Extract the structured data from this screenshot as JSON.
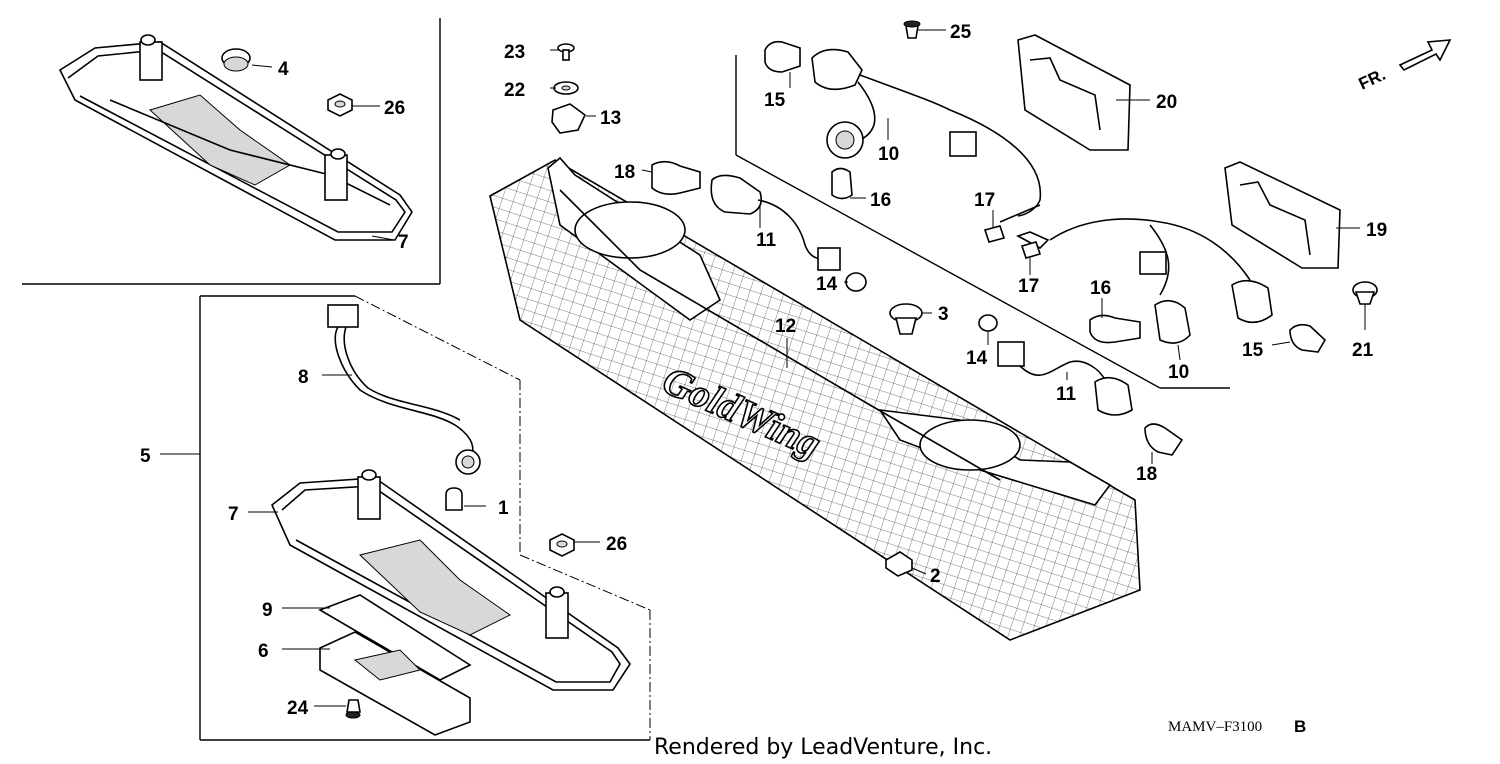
{
  "diagram": {
    "callouts": [
      {
        "id": "c1",
        "label": "1"
      },
      {
        "id": "c2",
        "label": "2"
      },
      {
        "id": "c3",
        "label": "3"
      },
      {
        "id": "c4",
        "label": "4"
      },
      {
        "id": "c5",
        "label": "5"
      },
      {
        "id": "c6",
        "label": "6"
      },
      {
        "id": "c7a",
        "label": "7"
      },
      {
        "id": "c7b",
        "label": "7"
      },
      {
        "id": "c8",
        "label": "8"
      },
      {
        "id": "c9",
        "label": "9"
      },
      {
        "id": "c10a",
        "label": "10"
      },
      {
        "id": "c10b",
        "label": "10"
      },
      {
        "id": "c11a",
        "label": "11"
      },
      {
        "id": "c11b",
        "label": "11"
      },
      {
        "id": "c12",
        "label": "12"
      },
      {
        "id": "c13",
        "label": "13"
      },
      {
        "id": "c14a",
        "label": "14"
      },
      {
        "id": "c14b",
        "label": "14"
      },
      {
        "id": "c15a",
        "label": "15"
      },
      {
        "id": "c15b",
        "label": "15"
      },
      {
        "id": "c16a",
        "label": "16"
      },
      {
        "id": "c16b",
        "label": "16"
      },
      {
        "id": "c17a",
        "label": "17"
      },
      {
        "id": "c17b",
        "label": "17"
      },
      {
        "id": "c18a",
        "label": "18"
      },
      {
        "id": "c18b",
        "label": "18"
      },
      {
        "id": "c19",
        "label": "19"
      },
      {
        "id": "c20",
        "label": "20"
      },
      {
        "id": "c21",
        "label": "21"
      },
      {
        "id": "c22",
        "label": "22"
      },
      {
        "id": "c23",
        "label": "23"
      },
      {
        "id": "c24",
        "label": "24"
      },
      {
        "id": "c25",
        "label": "25"
      },
      {
        "id": "c26a",
        "label": "26"
      },
      {
        "id": "c26b",
        "label": "26"
      }
    ],
    "direction_label": "FR.",
    "diagram_code": "MAMV–F3100",
    "diagram_code_suffix": "B",
    "footer": "Rendered by LeadVenture, Inc.",
    "logo_text": "GoldWing"
  }
}
